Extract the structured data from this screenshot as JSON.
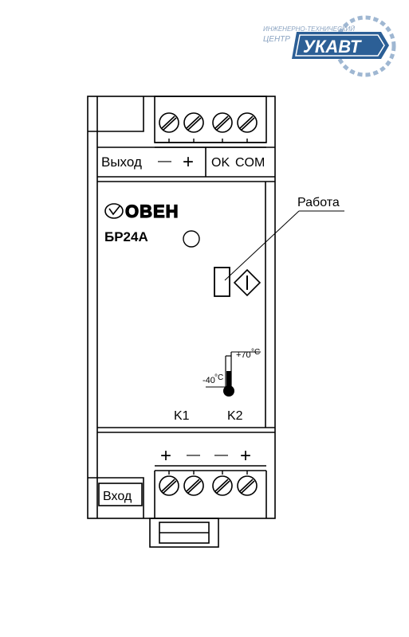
{
  "watermark": {
    "line1": "ИНЖЕНЕРНО-ТЕХНИЧЕСКИЙ",
    "line2": "ЦЕНТР",
    "brand": "УКАВТ",
    "color": "#2c5f96"
  },
  "device": {
    "top_labels": {
      "output": "Выход",
      "minus": "—",
      "plus": "+",
      "ok": "OK",
      "com": "COM"
    },
    "logo_text": "ОВЕН",
    "model": "БР24А",
    "indicator_label": "Работа",
    "thermo": {
      "max": "+70",
      "min": "-40",
      "unit": "°C"
    },
    "switch_labels": {
      "k1": "K1",
      "k2": "K2"
    },
    "bottom_polarity": [
      "+",
      "—",
      "—",
      "+"
    ],
    "input_label": "Вход"
  },
  "colors": {
    "line": "#000000",
    "background": "#ffffff"
  }
}
